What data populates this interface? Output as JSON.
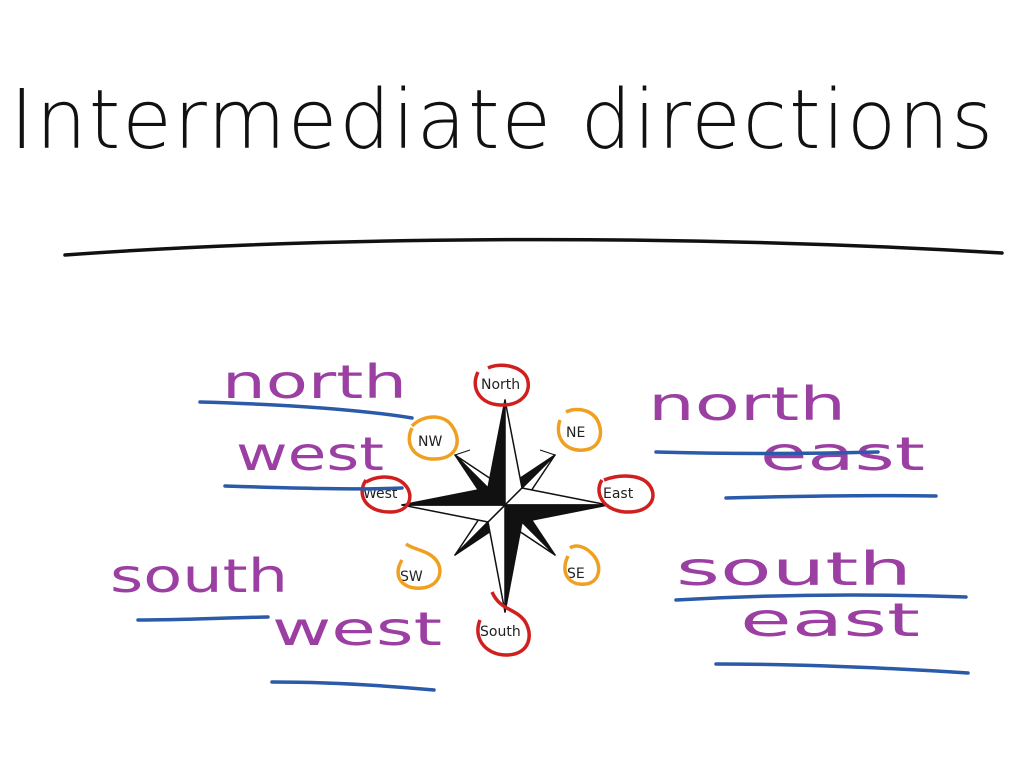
{
  "title": "Intermediate directions",
  "compass": {
    "north": "North",
    "south": "South",
    "east": "East",
    "west": "West",
    "ne": "NE",
    "nw": "NW",
    "se": "SE",
    "sw": "SW"
  },
  "notes": {
    "northwest": {
      "line1": "north",
      "line2": "west"
    },
    "northeast": {
      "line1": "north",
      "line2": "east"
    },
    "southwest": {
      "line1": "south",
      "line2": "west"
    },
    "southeast": {
      "line1": "south",
      "line2": "east"
    }
  },
  "colors": {
    "ink": "#111111",
    "purple": "#9c3fa3",
    "blue": "#2a5aa8",
    "red": "#d01f1f",
    "orange": "#f0a020"
  }
}
